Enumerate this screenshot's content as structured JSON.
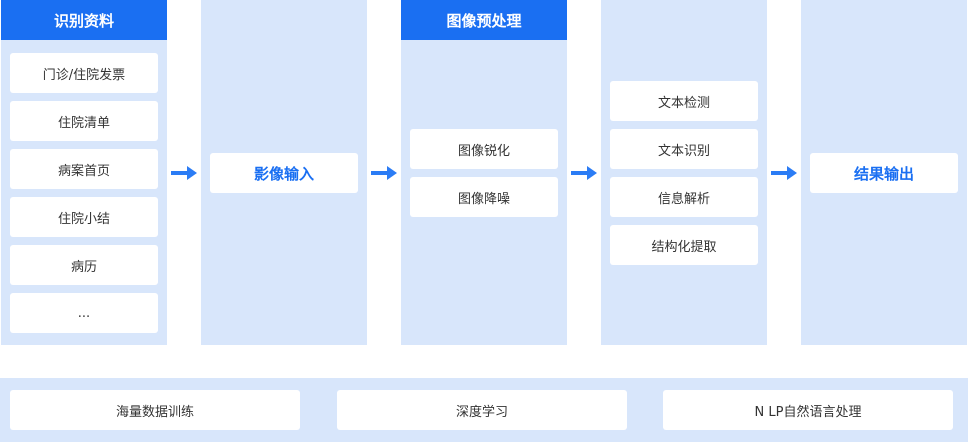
{
  "columns": {
    "materials": {
      "header": "识别资料",
      "items": [
        "门诊/住院发票",
        "住院清单",
        "病案首页",
        "住院小结",
        "病历",
        "..."
      ]
    },
    "input": {
      "box": "影像输入"
    },
    "preprocess": {
      "header": "图像预处理",
      "items": [
        "图像锐化",
        "图像降噪"
      ]
    },
    "recognition": {
      "items": [
        "文本检测",
        "文本识别",
        "信息解析",
        "结构化提取"
      ]
    },
    "output": {
      "box": "结果输出"
    }
  },
  "technologies": [
    "海量数据训练",
    "深度学习",
    "N LP自然语言处理"
  ],
  "colors": {
    "primary": "#1a6ff2",
    "panel": "#d8e6fb",
    "arrow": "#2b7cf5",
    "box": "#ffffff",
    "text": "#333333"
  }
}
